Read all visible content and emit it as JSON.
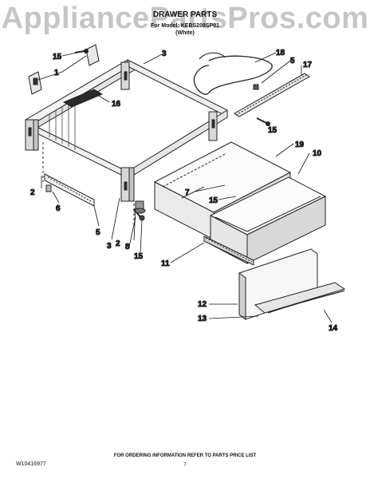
{
  "header": {
    "watermark": "AppliancePartsPros.com",
    "title": "DRAWER PARTS",
    "model_line": "For Model: KEBS208SP01",
    "color_line": "(White)"
  },
  "callouts": [
    "15",
    "1",
    "3",
    "16",
    "18",
    "5",
    "17",
    "2",
    "6",
    "5",
    "3",
    "8",
    "15",
    "2",
    "7",
    "15",
    "19",
    "10",
    "11",
    "12",
    "13",
    "14",
    "15"
  ],
  "footer": {
    "doc_number": "W10416977",
    "ordering_note": "FOR ORDERING INFORMATION REFER TO PARTS PRICE LIST",
    "page_number": "7"
  }
}
